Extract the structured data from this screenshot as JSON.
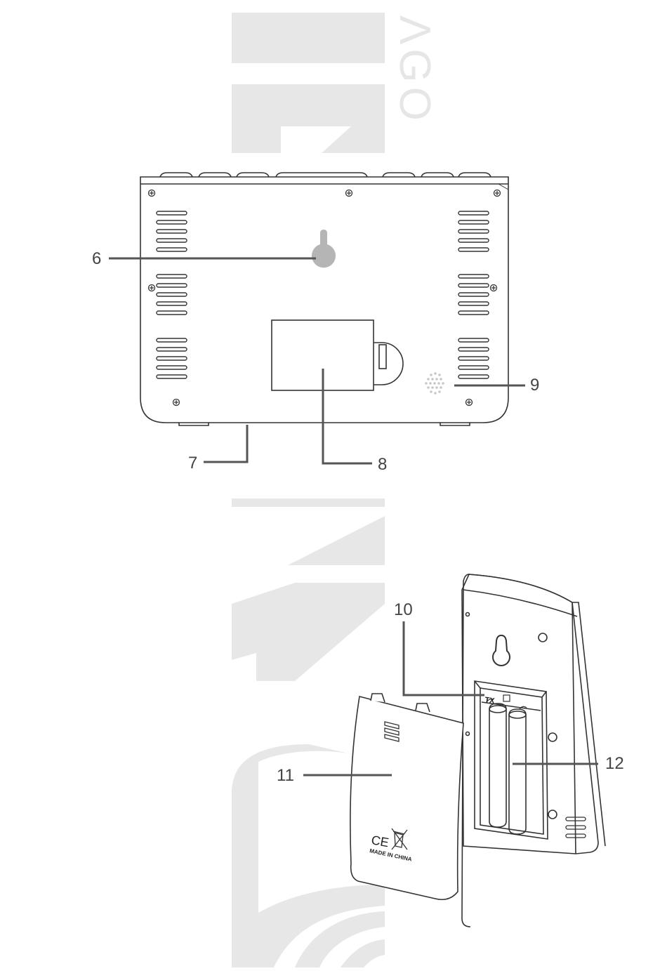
{
  "watermark": {
    "text": "ΛGO",
    "color": "#e6e6e6"
  },
  "colors": {
    "line": "#333333",
    "fill": "#ffffff",
    "dark": "#222222",
    "hanger": "#b5b5b5"
  },
  "main_unit": {
    "callouts": [
      "6",
      "7",
      "8",
      "9"
    ]
  },
  "sensor": {
    "callouts": [
      "10",
      "11",
      "12"
    ],
    "tx_label": "TX",
    "cover_marks": {
      "ce": "CE",
      "origin": "MADE IN CHINA"
    }
  }
}
